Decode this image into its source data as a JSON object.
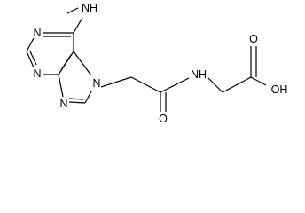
{
  "structure": {
    "atom_labels": {
      "methylamino_nh": "NH",
      "n1": "N",
      "n3": "N",
      "n9": "N",
      "n7": "N",
      "amide_nh": "NH",
      "amide_o": "O",
      "acid_o": "O",
      "acid_oh": "OH"
    }
  }
}
